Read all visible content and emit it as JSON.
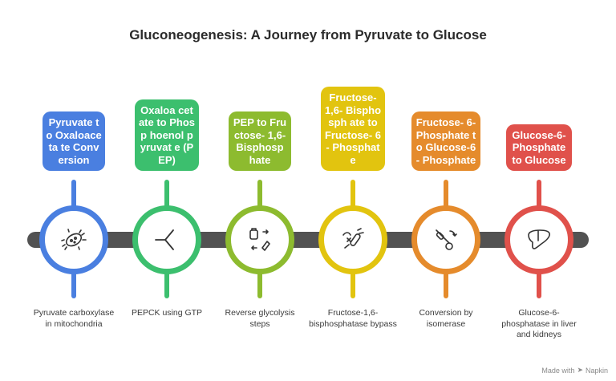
{
  "title": "Gluconeogenesis: A Journey from Pyruvate to Glucose",
  "steps": [
    {
      "label": "Pyruvate to Oxaloaceta te Conversion",
      "description": "Pyruvate carboxylase in mitochondria",
      "color": "#4a7fe0",
      "icon": "bacteria-icon"
    },
    {
      "label": "Oxaloa cetate to Phosp hoenol pyruvat e (PEP)",
      "description": "PEPCK using GTP",
      "color": "#3cbf6e",
      "icon": "branch-icon"
    },
    {
      "label": "PEP to Fructose- 1,6- Bisphosp hate",
      "description": "Reverse glycolysis steps",
      "color": "#8dbb2f",
      "icon": "reverse-cycle-icon"
    },
    {
      "label": "Fructose- 1,6- Bisphosph ate to Fructose- 6- Phosphate",
      "description": "Fructose-1,6-bisphosphatase bypass",
      "color": "#e2c40f",
      "icon": "bypass-icon"
    },
    {
      "label": "Fructose- 6- Phosphate to Glucose-6- Phosphate",
      "description": "Conversion by isomerase",
      "color": "#e58b2c",
      "icon": "isomerase-icon"
    },
    {
      "label": "Glucose-6- Phosphate to Glucose",
      "description": "Glucose-6-phosphatase in liver and kidneys",
      "color": "#e0514b",
      "icon": "liver-icon"
    }
  ],
  "footer": {
    "made_with": "Made with",
    "brand": "Napkin"
  }
}
